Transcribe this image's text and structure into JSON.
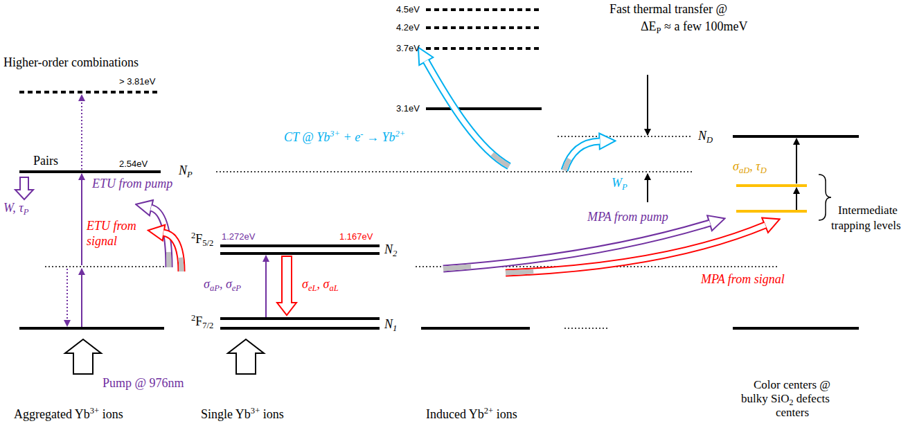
{
  "diagram": {
    "labels": [
      "Higher-order combinations",
      "> 3.81eV",
      "Pairs",
      "2.54eV",
      "N",
      "P",
      "ETU",
      "from pump",
      "W, τ",
      "P",
      "ETU",
      "from",
      "signal",
      "Pump @ 976nm",
      "Aggregated Yb",
      "3+",
      "ions",
      "2",
      "F",
      "5/2",
      "1.272eV",
      "1.167eV",
      "N",
      "2",
      "σ",
      "aP",
      ", σ",
      "eP",
      "σ",
      "eL",
      ", σ",
      "aL",
      "2",
      "F",
      "7/2",
      "N",
      "1",
      "Single Yb",
      "3+",
      "ions",
      "4.5eV",
      "4.2eV",
      "3.7eV",
      "3.1eV",
      "CT @ Yb",
      "3+",
      "+ e",
      "-",
      "→ Yb",
      "2+",
      "Induced Yb",
      "2+",
      "ions",
      "Fast thermal transfer @",
      "ΔE",
      "P",
      "≈ a few 100meV",
      "N",
      "D",
      "W",
      "P",
      "σ",
      "aD",
      ", τ",
      "D",
      "Intermediate",
      "trapping levels",
      "MPA from pump",
      "MPA from signal",
      "Color centers @",
      "bulky SiO",
      "2",
      "defects",
      "centers"
    ]
  }
}
